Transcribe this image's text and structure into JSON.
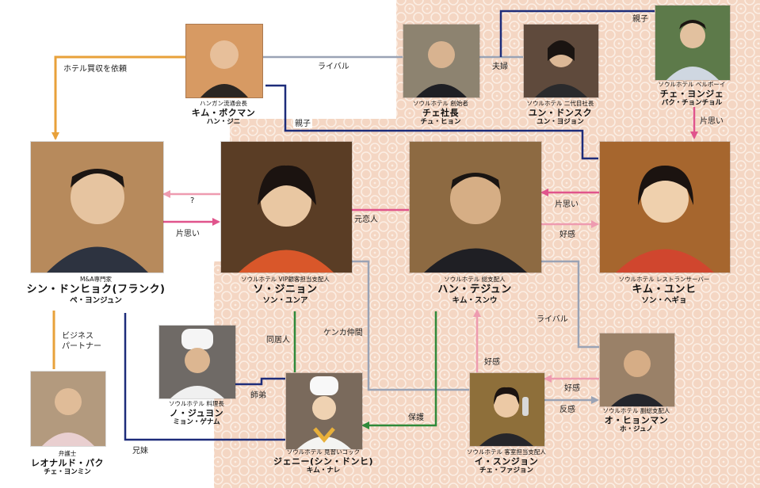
{
  "people": {
    "han_gijun": {
      "role": "ハンガン流通会長",
      "name": "キム・ボクマン",
      "actor": "ハン・ジニ"
    },
    "choi_pres": {
      "role": "ソウルホテル 創始者",
      "name": "チェ社長",
      "actor": "チュ・ヒョン"
    },
    "yun": {
      "role": "ソウルホテル 二代目社長",
      "name": "ユン・ドンスク",
      "actor": "ユン・ヨジョン"
    },
    "choi_yongjae": {
      "role": "ソウルホテル ベルボーイ",
      "name": "チェ・ヨンジェ",
      "actor": "パク・チョンチョル"
    },
    "shin": {
      "role": "M&A専門家",
      "name": "シン・ドンヒョク(フランク)",
      "actor": "ペ・ヨンジュン"
    },
    "seo": {
      "role": "ソウルホテル VIP顧客担当支配人",
      "name": "ソ・ジニョン",
      "actor": "ソン・ユンア"
    },
    "han_taejun": {
      "role": "ソウルホテル 総支配人",
      "name": "ハン・テジュン",
      "actor": "キム・スンウ"
    },
    "kim_yunhee": {
      "role": "ソウルホテル レストランサーバー",
      "name": "キム・ユンヒ",
      "actor": "ソン・ヘギョ"
    },
    "leonard": {
      "role": "弁護士",
      "name": "レオナルド・パク",
      "actor": "チェ・ヨンミン"
    },
    "no": {
      "role": "ソウルホテル 料理長",
      "name": "ノ・ジュヨン",
      "actor": "ミョン・ゲナム"
    },
    "jenny": {
      "role": "ソウルホテル 見習いコック",
      "name": "ジェニー(シン・ドンヒ)",
      "actor": "キム・ナレ"
    },
    "lee": {
      "role": "ソウルホテル 客室担当支配人",
      "name": "イ・スンジョン",
      "actor": "チェ・ファジョン"
    },
    "oh": {
      "role": "ソウルホテル 副総支配人",
      "name": "オ・ヒョンマン",
      "actor": "ホ・ジュノ"
    }
  },
  "relations": {
    "hotel_buy": "ホテル買収を依頼",
    "rival_top": "ライバル",
    "couple": "夫婦",
    "parent_child_top": "親子",
    "parent_child_mid": "親子",
    "unrequited_yongjae": "片思い",
    "question": "?",
    "unrequited_shin": "片思い",
    "ex_lover": "元恋人",
    "unrequited_yunhee": "片思い",
    "goodwill_taejun": "好感",
    "rival_oh": "ライバル",
    "business_partner": "ビジネス\nパートナー",
    "roommate": "同居人",
    "fight_buddy": "ケンカ仲間",
    "master_pupil": "師弟",
    "protect": "保護",
    "goodwill_lee": "好感",
    "goodwill_oh": "好感",
    "dislike": "反感",
    "siblings": "兄妹"
  },
  "colors": {
    "orange": "#e8a13a",
    "navy": "#1d2c7a",
    "gray": "#9aa3b5",
    "pink": "#e0548c",
    "lightpink": "#ee9bb0",
    "green": "#2f8a3a",
    "pattern_bg": "#f6ddcc"
  }
}
